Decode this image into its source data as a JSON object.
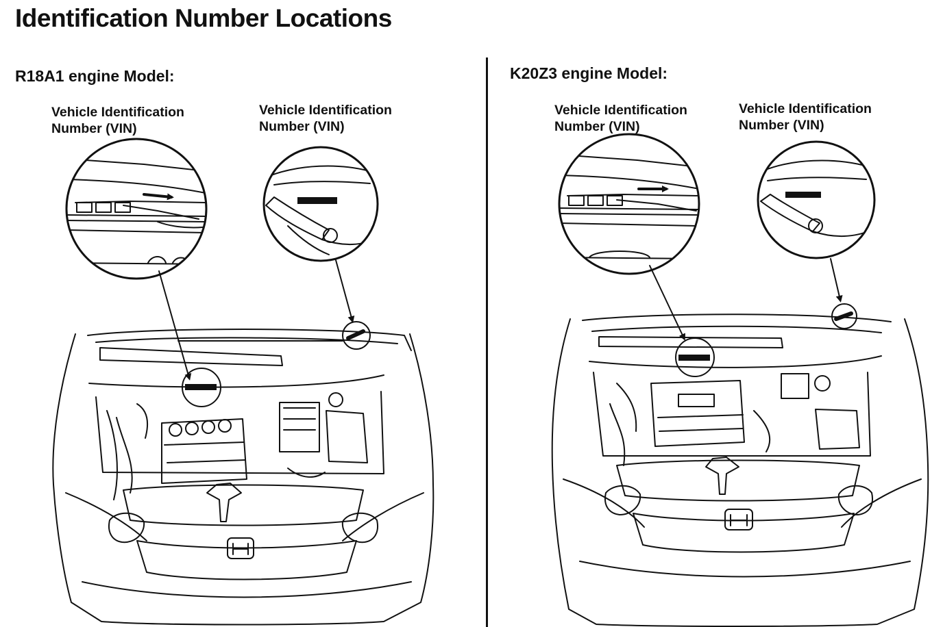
{
  "page": {
    "title": "Identification Number Locations"
  },
  "panels": [
    {
      "model_label": "R18A1 engine Model:",
      "callouts": [
        {
          "line1": "Vehicle Identification",
          "line2": "Number (VIN)"
        },
        {
          "line1": "Vehicle Identification",
          "line2": "Number (VIN)"
        }
      ]
    },
    {
      "model_label": "K20Z3 engine Model:",
      "callouts": [
        {
          "line1": "Vehicle Identification",
          "line2": "Number (VIN)"
        },
        {
          "line1": "Vehicle Identification",
          "line2": "Number (VIN)"
        }
      ]
    }
  ]
}
